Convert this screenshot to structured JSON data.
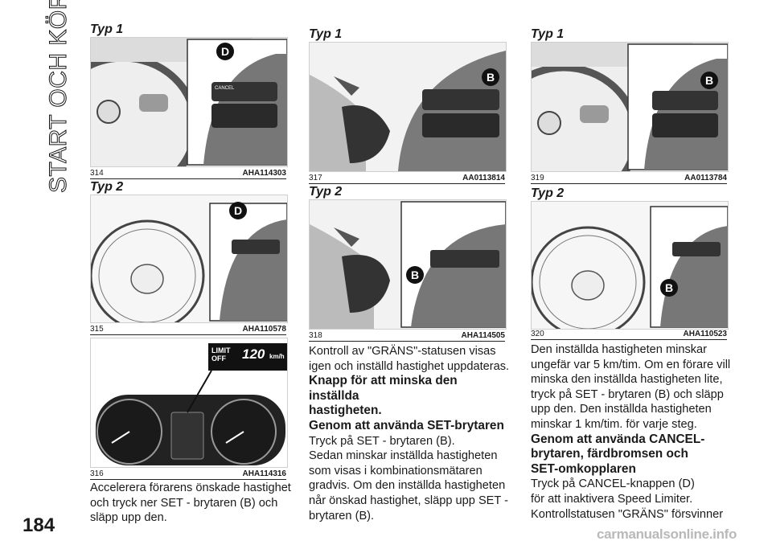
{
  "side_title": "START OCH KÖRNING",
  "page_number": "184",
  "watermark": "carmanualsonline.info",
  "figures": [
    {
      "typ": "Typ 1",
      "num": "314",
      "code": "AHA114303",
      "badge": "D"
    },
    {
      "typ": "Typ 2",
      "num": "315",
      "code": "AHA110578",
      "badge": "D"
    },
    {
      "typ": "",
      "num": "316",
      "code": "AHA114316",
      "badge": ""
    },
    {
      "typ": "Typ 1",
      "num": "317",
      "code": "AA0113814",
      "badge": "B"
    },
    {
      "typ": "Typ 2",
      "num": "318",
      "code": "AHA114505",
      "badge": "B"
    },
    {
      "typ": "Typ 1",
      "num": "319",
      "code": "AA0113784",
      "badge": "B"
    },
    {
      "typ": "Typ 2",
      "num": "320",
      "code": "AHA110523",
      "badge": "B"
    }
  ],
  "dash_display": {
    "limit": "LIMIT",
    "off": "OFF",
    "speed": "120",
    "unit": "km/h"
  },
  "col1_text": [
    "Accelerera förarens önskade hastighet",
    "och tryck ner SET - brytaren (B) och",
    "släpp upp den."
  ],
  "col2_text": [
    {
      "t": "Kontroll av \"GRÄNS\"-statusen visas",
      "h": false
    },
    {
      "t": "igen och inställd hastighet uppdateras.",
      "h": false
    },
    {
      "t": "Knapp för att minska den inställda",
      "h": true
    },
    {
      "t": "hastigheten.",
      "h": true
    },
    {
      "t": "Genom att använda SET-brytaren",
      "h": true
    },
    {
      "t": "Tryck på SET - brytaren (B).",
      "h": false
    },
    {
      "t": "Sedan minskar inställda hastigheten",
      "h": false
    },
    {
      "t": "som visas i kombinationsmätaren",
      "h": false
    },
    {
      "t": "gradvis. Om den inställda hastigheten",
      "h": false
    },
    {
      "t": "når önskad hastighet, släpp upp SET -",
      "h": false
    },
    {
      "t": "brytaren (B).",
      "h": false
    }
  ],
  "col3_text": [
    {
      "t": "Den inställda hastigheten minskar",
      "h": false
    },
    {
      "t": "ungefär var 5 km/tim. Om en förare vill",
      "h": false
    },
    {
      "t": "minska den inställda hastigheten lite,",
      "h": false
    },
    {
      "t": "tryck på SET - brytaren (B) och släpp",
      "h": false
    },
    {
      "t": "upp den. Den inställda hastigheten",
      "h": false
    },
    {
      "t": "minskar 1 km/tim. för varje steg.",
      "h": false
    },
    {
      "t": "Genom att använda CANCEL-",
      "h": true
    },
    {
      "t": "brytaren, färdbromsen och",
      "h": true
    },
    {
      "t": "SET-omkopplaren",
      "h": true
    },
    {
      "t": "Tryck på CANCEL-knappen (D)",
      "h": false
    },
    {
      "t": "för att inaktivera Speed Limiter.",
      "h": false
    },
    {
      "t": "Kontrollstatusen \"GRÄNS\" försvinner",
      "h": false
    }
  ]
}
